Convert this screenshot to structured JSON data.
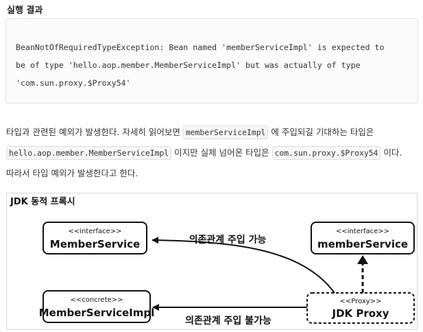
{
  "section_title": "실행 결과",
  "code_lines": [
    "BeanNotOfRequiredTypeException: Bean named 'memberServiceImpl' is expected to",
    "be of type 'hello.aop.member.MemberServiceImpl' but was actually of type",
    "'com.sun.proxy.$Proxy54'"
  ],
  "paragraph": {
    "t1": "타입과 관련된 예외가 발생한다. 자세히 읽어보면 ",
    "c1": "memberServiceImpl",
    "t2": " 에 주입되길 기대하는 타입은 ",
    "c2": "hello.aop.member.MemberServiceImpl",
    "t3": " 이지만 실제 넘어온 타입은 ",
    "c3": "com.sun.proxy.$Proxy54",
    "t4": " 이다.",
    "t5": "따라서 타입 예외가 발생한다고 한다."
  },
  "diagram": {
    "title": "JDK 동적 프록시",
    "boxes": {
      "member_service_interface": {
        "stereotype": "<<interface>>",
        "name": "MemberService"
      },
      "member_service_impl": {
        "stereotype": "<<concrete>>",
        "name": "MemberServiceImpl"
      },
      "member_service_var": {
        "stereotype": "<<interface>>",
        "name": "memberService"
      },
      "jdk_proxy": {
        "stereotype": "<<Proxy>>",
        "name": "JDK Proxy"
      }
    },
    "arrow_labels": {
      "possible": "의존관계 주입 가능",
      "impossible": "의존관계 주입 불가능"
    }
  }
}
